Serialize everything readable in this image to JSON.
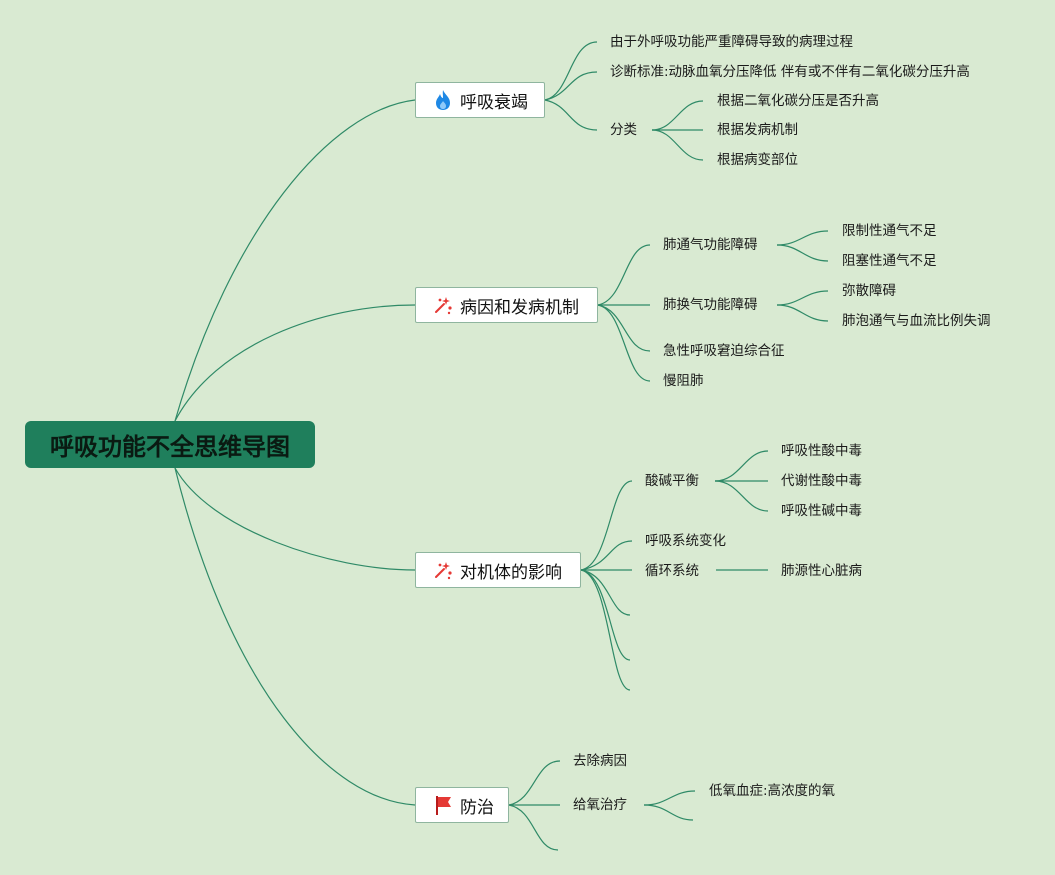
{
  "title": "呼吸功能不全思维导图",
  "branches": [
    {
      "label": "呼吸衰竭",
      "icon": "flame-icon",
      "children": [
        "由于外呼吸功能严重障碍导致的病理过程",
        "诊断标准:动脉血氧分压降低 伴有或不伴有二氧化碳分压升高",
        "分类"
      ],
      "classification": [
        "根据二氧化碳分压是否升高",
        "根据发病机制",
        "根据病变部位"
      ]
    },
    {
      "label": "病因和发病机制",
      "icon": "sparkle-icon",
      "children": [
        "肺通气功能障碍",
        "肺换气功能障碍",
        "急性呼吸窘迫综合征",
        "慢阻肺"
      ],
      "ventilation": [
        "限制性通气不足",
        "阻塞性通气不足"
      ],
      "exchange": [
        "弥散障碍",
        "肺泡通气与血流比例失调"
      ]
    },
    {
      "label": "对机体的影响",
      "icon": "sparkle-icon",
      "children": [
        "酸碱平衡",
        "呼吸系统变化",
        "循环系统"
      ],
      "acid_base": [
        "呼吸性酸中毒",
        "代谢性酸中毒",
        "呼吸性碱中毒"
      ],
      "circulation": [
        "肺源性心脏病"
      ]
    },
    {
      "label": "防治",
      "icon": "flag-icon",
      "children": [
        "去除病因",
        "给氧治疗"
      ],
      "oxygen": [
        "低氧血症:高浓度的氧"
      ]
    }
  ],
  "colors": {
    "background": "#d9ead2",
    "root_fill": "#1f7f5c",
    "line": "#2f8a67",
    "flame": "#1e88e5",
    "sparkle": "#e53935",
    "flag": "#e53935"
  }
}
